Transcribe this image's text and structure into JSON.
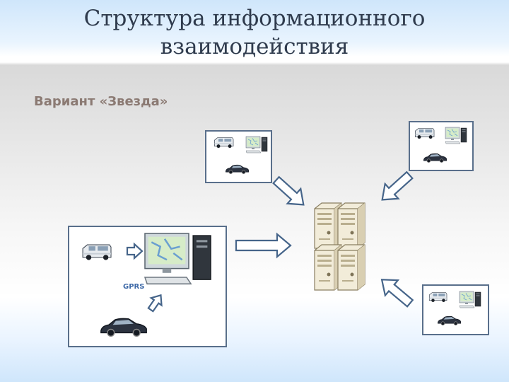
{
  "slide": {
    "title_line1": "Структура информационного",
    "title_line2": "взаимодействия",
    "subtitle": "Вариант «Звезда»"
  },
  "diagram": {
    "gprs_label": "GPRS"
  },
  "colors": {
    "title": "#2f3b4d",
    "subtitle": "#8b7a73",
    "arrow_stroke": "#46658a",
    "box_stroke": "#596f8b",
    "server_fill": "#f2ecd9"
  }
}
